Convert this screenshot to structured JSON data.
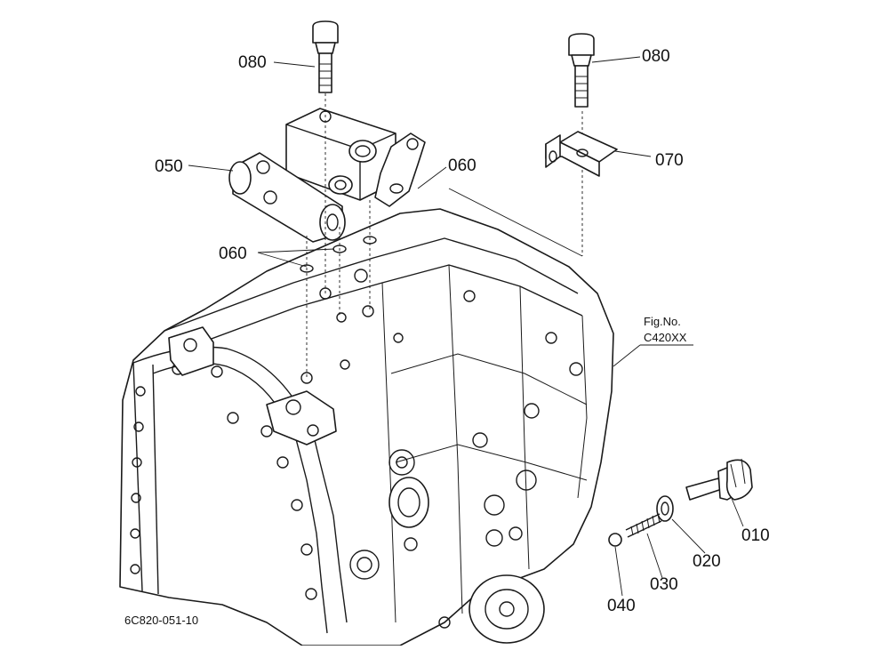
{
  "labels": {
    "p080_left": "080",
    "p080_right": "080",
    "p050": "050",
    "p060_upper": "060",
    "p060_lower": "060",
    "p070": "070",
    "p010": "010",
    "p020": "020",
    "p030": "030",
    "p040": "040"
  },
  "fig_ref": {
    "label": "Fig.No.",
    "code": "C420XX"
  },
  "drawing_id": "6C820-051-10"
}
